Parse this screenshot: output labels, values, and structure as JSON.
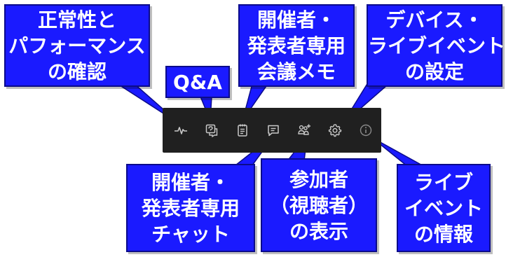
{
  "callouts": {
    "health": {
      "lines": [
        "正常性と",
        "パフォーマンス",
        "の確認"
      ]
    },
    "qa": {
      "lines": [
        "Q&A"
      ]
    },
    "notes": {
      "lines": [
        "開催者・",
        "発表者専用",
        "会議メモ"
      ]
    },
    "settings": {
      "lines": [
        "デバイス・",
        "ライブイベント",
        "の設定"
      ]
    },
    "chat": {
      "lines": [
        "開催者・",
        "発表者専用",
        "チャット"
      ]
    },
    "attendees": {
      "lines": [
        "参加者",
        "（視聴者）",
        "の表示"
      ]
    },
    "info": {
      "lines": [
        "ライブ",
        "イベント",
        "の情報"
      ]
    }
  },
  "toolbar": {
    "icons": [
      "health-pulse-icon",
      "qa-icon",
      "meeting-notes-icon",
      "chat-icon",
      "people-add-icon",
      "gear-icon",
      "info-icon"
    ]
  },
  "colors": {
    "callout_fill": "#1a1aff",
    "callout_border": "#0b0b8a",
    "toolbar_bg": "#202020",
    "icon": "#c8c8c8"
  }
}
